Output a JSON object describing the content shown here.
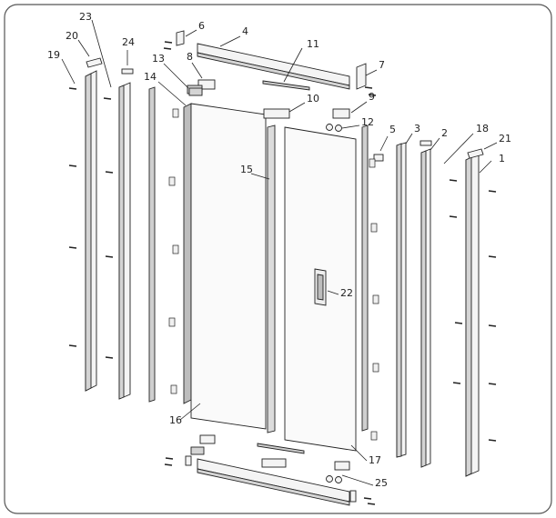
{
  "diagram": {
    "type": "exploded-assembly-drawing",
    "stroke_color": "#222222",
    "frame_color": "#555555",
    "part_fill": "#f4f4f4",
    "shade_fill": "#d4d4d4",
    "callouts": [
      "1",
      "2",
      "3",
      "4",
      "5",
      "6",
      "7",
      "8",
      "9",
      "10",
      "11",
      "12",
      "13",
      "14",
      "15",
      "16",
      "17",
      "18",
      "19",
      "20",
      "21",
      "22",
      "23",
      "24",
      "25"
    ]
  }
}
